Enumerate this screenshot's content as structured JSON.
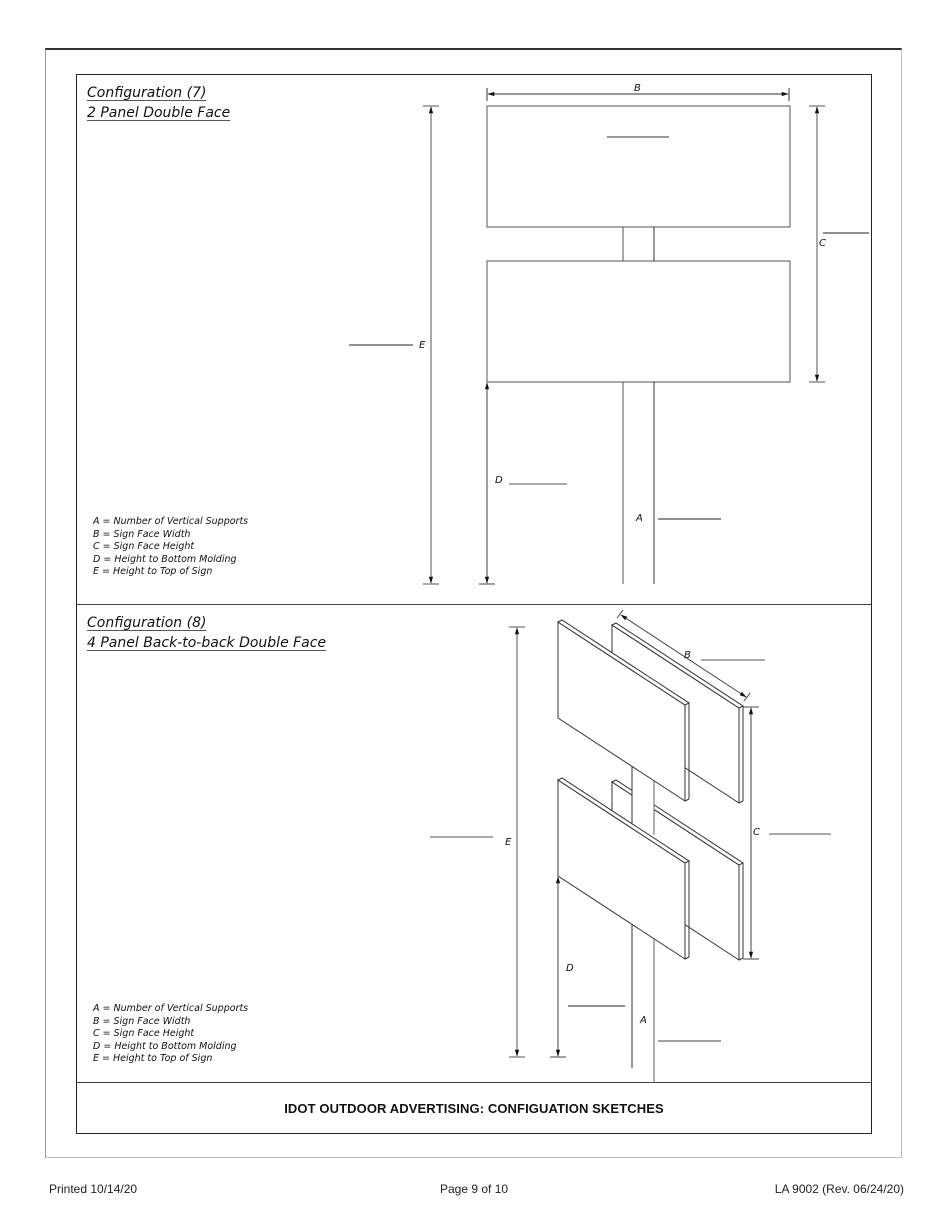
{
  "configurations": [
    {
      "heading": "Configuration (7)",
      "subheading": "2 Panel Double Face",
      "legend": [
        "A = Number of Vertical Supports",
        "B = Sign Face Width",
        "C = Sign Face Height",
        "D = Height to Bottom Molding",
        "E = Height to Top of Sign"
      ],
      "dimension_labels": {
        "A": "A",
        "B": "B",
        "C": "C",
        "D": "D",
        "E": "E"
      }
    },
    {
      "heading": "Configuration (8)",
      "subheading": "4 Panel Back-to-back Double Face",
      "legend": [
        "A = Number of Vertical Supports",
        "B = Sign Face Width",
        "C = Sign Face Height",
        "D = Height to Bottom Molding",
        "E = Height to Top of Sign"
      ],
      "dimension_labels": {
        "A": "A",
        "B": "B",
        "C": "C",
        "D": "D",
        "E": "E"
      }
    }
  ],
  "title_block": "IDOT OUTDOOR ADVERTISING: CONFIGUATION SKETCHES",
  "footer": {
    "printed": "Printed 10/14/20",
    "page": "Page 9 of 10",
    "form": "LA 9002 (Rev. 06/24/20)"
  }
}
